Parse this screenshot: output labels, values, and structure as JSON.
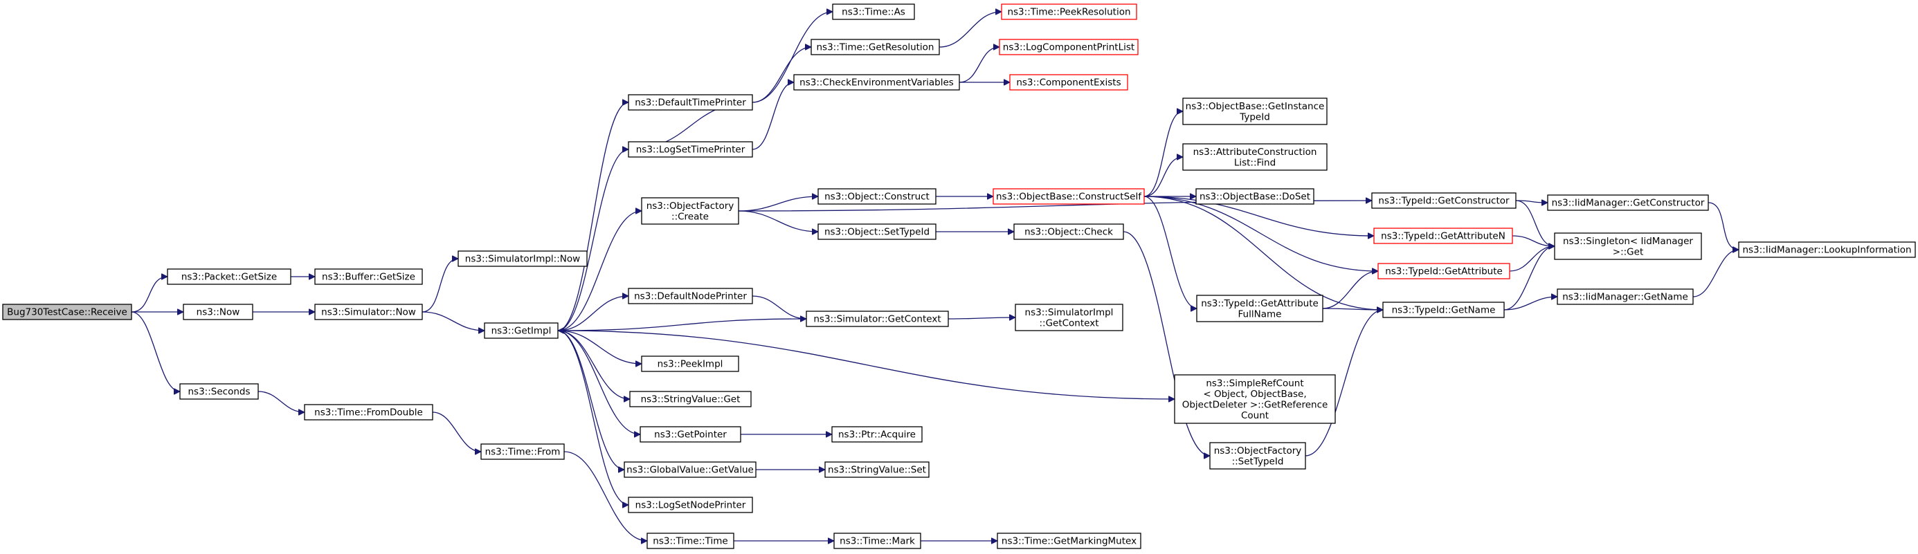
{
  "diagram": {
    "type": "call-graph",
    "colors": {
      "edge": "#191970",
      "node_border": "#000000",
      "node_border_incomplete": "#ff0000",
      "root_fill": "#bfbfbf"
    },
    "nodes": [
      {
        "id": "n1",
        "lines": [
          "Bug730TestCase::Receive"
        ],
        "style": "root"
      },
      {
        "id": "n2",
        "lines": [
          "ns3::Packet::GetSize"
        ],
        "style": "normal"
      },
      {
        "id": "n3",
        "lines": [
          "ns3::Buffer::GetSize"
        ],
        "style": "normal"
      },
      {
        "id": "n4",
        "lines": [
          "ns3::Now"
        ],
        "style": "normal"
      },
      {
        "id": "n5",
        "lines": [
          "ns3::Simulator::Now"
        ],
        "style": "normal"
      },
      {
        "id": "n6",
        "lines": [
          "ns3::SimulatorImpl::Now"
        ],
        "style": "normal"
      },
      {
        "id": "n7",
        "lines": [
          "ns3::GetImpl"
        ],
        "style": "normal"
      },
      {
        "id": "n8",
        "lines": [
          "ns3::Seconds"
        ],
        "style": "normal"
      },
      {
        "id": "n9",
        "lines": [
          "ns3::Time::FromDouble"
        ],
        "style": "normal"
      },
      {
        "id": "n10",
        "lines": [
          "ns3::Time::From"
        ],
        "style": "normal"
      },
      {
        "id": "n11",
        "lines": [
          "ns3::DefaultTimePrinter"
        ],
        "style": "normal"
      },
      {
        "id": "n12",
        "lines": [
          "ns3::LogSetTimePrinter"
        ],
        "style": "normal"
      },
      {
        "id": "n13",
        "lines": [
          "ns3::ObjectFactory",
          "::Create"
        ],
        "style": "normal"
      },
      {
        "id": "n14",
        "lines": [
          "ns3::DefaultNodePrinter"
        ],
        "style": "normal"
      },
      {
        "id": "n15",
        "lines": [
          "ns3::PeekImpl"
        ],
        "style": "normal"
      },
      {
        "id": "n16",
        "lines": [
          "ns3::StringValue::Get"
        ],
        "style": "normal"
      },
      {
        "id": "n17",
        "lines": [
          "ns3::GetPointer"
        ],
        "style": "normal"
      },
      {
        "id": "n18",
        "lines": [
          "ns3::GlobalValue::GetValue"
        ],
        "style": "normal"
      },
      {
        "id": "n19",
        "lines": [
          "ns3::LogSetNodePrinter"
        ],
        "style": "normal"
      },
      {
        "id": "n20",
        "lines": [
          "ns3::Time::Time"
        ],
        "style": "normal"
      },
      {
        "id": "n21",
        "lines": [
          "ns3::Time::As"
        ],
        "style": "normal"
      },
      {
        "id": "n22",
        "lines": [
          "ns3::Time::GetResolution"
        ],
        "style": "normal"
      },
      {
        "id": "n23",
        "lines": [
          "ns3::CheckEnvironmentVariables"
        ],
        "style": "normal"
      },
      {
        "id": "n24",
        "lines": [
          "ns3::Object::Construct"
        ],
        "style": "normal"
      },
      {
        "id": "n25",
        "lines": [
          "ns3::Object::SetTypeId"
        ],
        "style": "normal"
      },
      {
        "id": "n26",
        "lines": [
          "ns3::Simulator::GetContext"
        ],
        "style": "normal"
      },
      {
        "id": "n27",
        "lines": [
          "ns3::Ptr::Acquire"
        ],
        "style": "normal"
      },
      {
        "id": "n28",
        "lines": [
          "ns3::StringValue::Set"
        ],
        "style": "normal"
      },
      {
        "id": "n29",
        "lines": [
          "ns3::Time::Mark"
        ],
        "style": "normal"
      },
      {
        "id": "n30",
        "lines": [
          "ns3::Time::PeekResolution"
        ],
        "style": "red"
      },
      {
        "id": "n31",
        "lines": [
          "ns3::LogComponentPrintList"
        ],
        "style": "red"
      },
      {
        "id": "n32",
        "lines": [
          "ns3::ComponentExists"
        ],
        "style": "red"
      },
      {
        "id": "n33",
        "lines": [
          "ns3::ObjectBase::ConstructSelf"
        ],
        "style": "red"
      },
      {
        "id": "n34",
        "lines": [
          "ns3::Object::Check"
        ],
        "style": "normal"
      },
      {
        "id": "n35",
        "lines": [
          "ns3::SimulatorImpl",
          "::GetContext"
        ],
        "style": "normal"
      },
      {
        "id": "n36",
        "lines": [
          "ns3::Time::GetMarkingMutex"
        ],
        "style": "normal"
      },
      {
        "id": "n37",
        "lines": [
          "ns3::ObjectBase::GetInstance",
          "TypeId"
        ],
        "style": "normal"
      },
      {
        "id": "n38",
        "lines": [
          "ns3::AttributeConstruction",
          "List::Find"
        ],
        "style": "normal"
      },
      {
        "id": "n39",
        "lines": [
          "ns3::ObjectBase::DoSet"
        ],
        "style": "normal"
      },
      {
        "id": "n40",
        "lines": [
          "ns3::TypeId::GetAttribute",
          "FullName"
        ],
        "style": "normal"
      },
      {
        "id": "n41",
        "lines": [
          "ns3::SimpleRefCount",
          "< Object, ObjectBase,",
          " ObjectDeleter >::GetReference",
          "Count"
        ],
        "style": "normal"
      },
      {
        "id": "n42",
        "lines": [
          "ns3::ObjectFactory",
          "::SetTypeId"
        ],
        "style": "normal"
      },
      {
        "id": "n43",
        "lines": [
          "ns3::TypeId::GetConstructor"
        ],
        "style": "normal"
      },
      {
        "id": "n44",
        "lines": [
          "ns3::TypeId::GetAttributeN"
        ],
        "style": "red"
      },
      {
        "id": "n45",
        "lines": [
          "ns3::TypeId::GetAttribute"
        ],
        "style": "red"
      },
      {
        "id": "n46",
        "lines": [
          "ns3::TypeId::GetName"
        ],
        "style": "normal"
      },
      {
        "id": "n47",
        "lines": [
          "ns3::IidManager::GetConstructor"
        ],
        "style": "normal"
      },
      {
        "id": "n48",
        "lines": [
          "ns3::Singleton< IidManager",
          " >::Get"
        ],
        "style": "normal"
      },
      {
        "id": "n49",
        "lines": [
          "ns3::IidManager::GetName"
        ],
        "style": "normal"
      },
      {
        "id": "n50",
        "lines": [
          "ns3::IidManager::LookupInformation"
        ],
        "style": "normal"
      }
    ],
    "edges": [
      [
        "n1",
        "n2"
      ],
      [
        "n1",
        "n4"
      ],
      [
        "n1",
        "n8"
      ],
      [
        "n2",
        "n3"
      ],
      [
        "n4",
        "n5"
      ],
      [
        "n5",
        "n6"
      ],
      [
        "n5",
        "n7"
      ],
      [
        "n8",
        "n9"
      ],
      [
        "n9",
        "n10"
      ],
      [
        "n10",
        "n20"
      ],
      [
        "n7",
        "n11"
      ],
      [
        "n7",
        "n12"
      ],
      [
        "n7",
        "n13"
      ],
      [
        "n7",
        "n14"
      ],
      [
        "n7",
        "n15"
      ],
      [
        "n7",
        "n16"
      ],
      [
        "n7",
        "n17"
      ],
      [
        "n7",
        "n18"
      ],
      [
        "n7",
        "n19"
      ],
      [
        "n7",
        "n41"
      ],
      [
        "n11",
        "n21"
      ],
      [
        "n11",
        "n22"
      ],
      [
        "n12",
        "n11"
      ],
      [
        "n12",
        "n23"
      ],
      [
        "n22",
        "n30"
      ],
      [
        "n23",
        "n31"
      ],
      [
        "n23",
        "n32"
      ],
      [
        "n13",
        "n24"
      ],
      [
        "n13",
        "n25"
      ],
      [
        "n13",
        "n43"
      ],
      [
        "n14",
        "n26"
      ],
      [
        "n26",
        "n35"
      ],
      [
        "n26",
        "n7"
      ],
      [
        "n17",
        "n27"
      ],
      [
        "n18",
        "n28"
      ],
      [
        "n20",
        "n29"
      ],
      [
        "n29",
        "n36"
      ],
      [
        "n24",
        "n33"
      ],
      [
        "n25",
        "n34"
      ],
      [
        "n34",
        "n42"
      ],
      [
        "n33",
        "n37"
      ],
      [
        "n33",
        "n38"
      ],
      [
        "n33",
        "n39"
      ],
      [
        "n33",
        "n40"
      ],
      [
        "n33",
        "n44"
      ],
      [
        "n33",
        "n45"
      ],
      [
        "n33",
        "n46"
      ],
      [
        "n40",
        "n45"
      ],
      [
        "n40",
        "n46"
      ],
      [
        "n42",
        "n46"
      ],
      [
        "n43",
        "n47"
      ],
      [
        "n43",
        "n48"
      ],
      [
        "n44",
        "n48"
      ],
      [
        "n45",
        "n48"
      ],
      [
        "n46",
        "n48"
      ],
      [
        "n46",
        "n49"
      ],
      [
        "n47",
        "n50"
      ],
      [
        "n49",
        "n50"
      ]
    ]
  }
}
